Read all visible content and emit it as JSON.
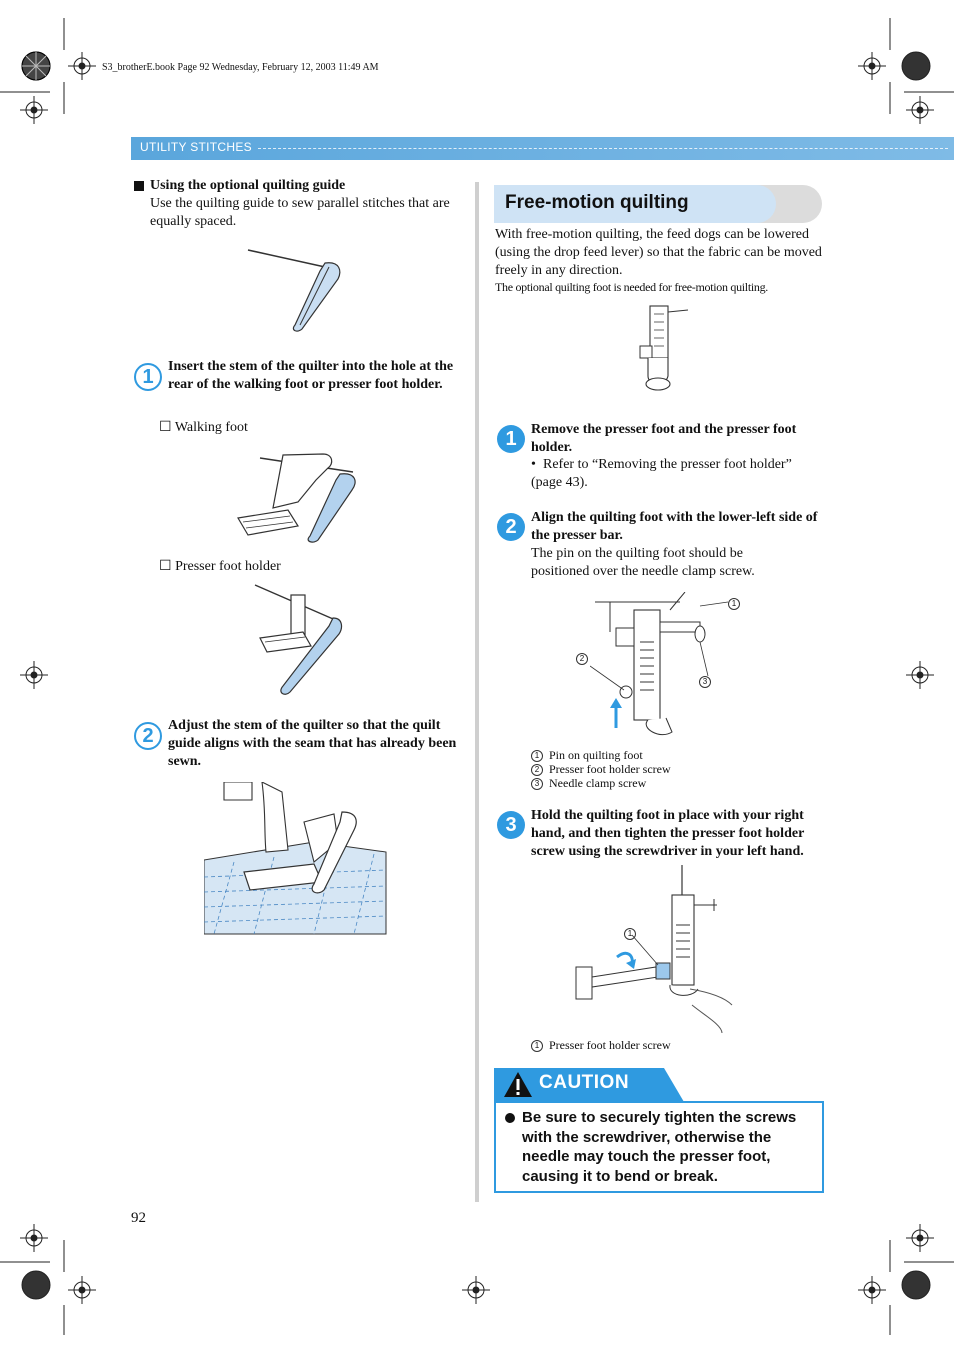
{
  "file_info": "S3_brotherE.book  Page 92  Wednesday, February 12, 2003  11:49 AM",
  "header": {
    "section": "UTILITY STITCHES"
  },
  "left": {
    "guide_heading": "Using the optional quilting guide",
    "guide_desc": "Use the quilting guide to sew parallel stitches that are equally spaced.",
    "step1_num": "1",
    "step1_text": "Insert the stem of the quilter into the hole at the rear of the walking foot or presser foot holder.",
    "opt_walking": "Walking foot",
    "opt_holder": "Presser foot holder",
    "step2_num": "2",
    "step2_text": "Adjust the stem of the quilter so that the quilt guide aligns with the seam that has already been sewn."
  },
  "right": {
    "title": "Free-motion quilting",
    "intro": "With free-motion quilting, the feed dogs can be lowered (using the drop feed lever) so that the fabric can be moved freely in any direction.",
    "note": "The optional quilting foot is needed for free-motion quilting.",
    "step1_num": "1",
    "step1_text": "Remove the presser foot and the presser foot holder.",
    "step1_bullet": "Refer to “Removing the presser foot holder” (page 43).",
    "step2_num": "2",
    "step2_text": "Align the quilting foot with the lower-left side of the presser bar.",
    "step2_desc": "The pin on the quilting foot should be positioned over the needle clamp screw.",
    "fig1_callouts": [
      "1",
      "2",
      "3"
    ],
    "legend1": [
      {
        "num": "1",
        "text": "Pin on quilting foot"
      },
      {
        "num": "2",
        "text": "Presser foot holder screw"
      },
      {
        "num": "3",
        "text": "Needle clamp screw"
      }
    ],
    "step3_num": "3",
    "step3_text": "Hold the quilting foot in place with your right hand, and then tighten the presser foot holder screw using the screwdriver in your left hand.",
    "fig2_callout": "1",
    "legend2": [
      {
        "num": "1",
        "text": "Presser foot holder screw"
      }
    ],
    "caution_title": "CAUTION",
    "caution_text": "Be sure to securely tighten the screws with the screwdriver, otherwise the needle may touch the presser foot, causing it to bend or break."
  },
  "page_number": "92",
  "colors": {
    "accent": "#2f9ae0",
    "header_bar": "#5aa6dc"
  }
}
